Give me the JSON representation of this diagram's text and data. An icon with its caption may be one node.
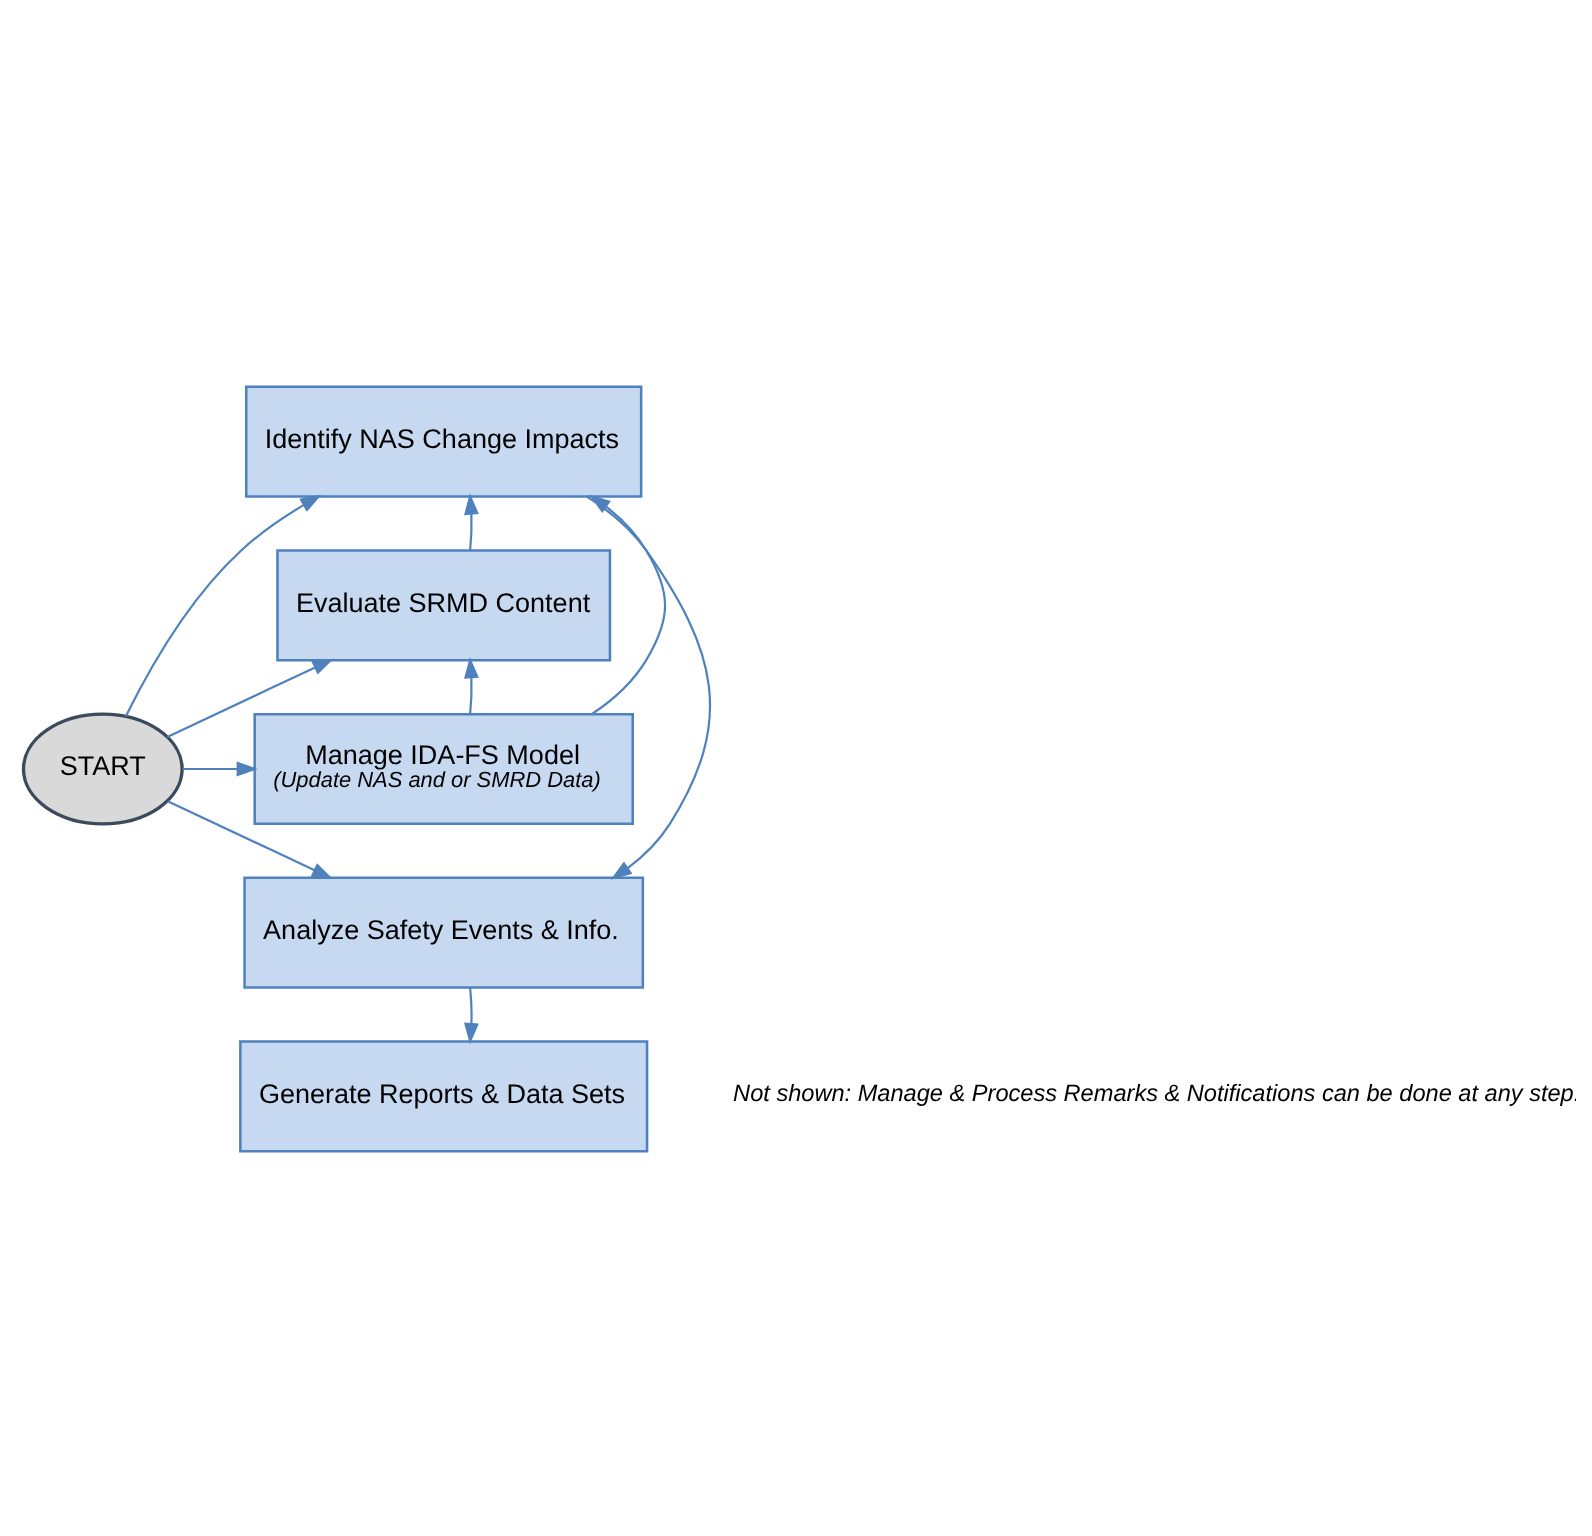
{
  "diagram": {
    "nodes": [
      {
        "text": [
          "START"
        ]
      },
      {
        "text": [
          "Identify NAS Change Impacts"
        ]
      },
      {
        "text": [
          "Evaluate SRMD Content"
        ]
      },
      {
        "text": [
          "Manage IDA-FS Model",
          "(Update NAS and or SMRD Data)"
        ]
      },
      {
        "text": [
          "Analyze Safety Events & Info."
        ]
      },
      {
        "text": [
          "Generate Reports & Data Sets"
        ]
      }
    ],
    "edges": [
      {
        "from": 0,
        "to": 1,
        "arrow": "to"
      },
      {
        "from": 0,
        "to": 2,
        "arrow": "to"
      },
      {
        "from": 0,
        "to": 3,
        "arrow": "to"
      },
      {
        "from": 0,
        "to": 4,
        "arrow": "to"
      },
      {
        "from": 3,
        "to": 2,
        "arrow": "to"
      },
      {
        "from": 2,
        "to": 1,
        "arrow": "to"
      },
      {
        "from": 3,
        "to": 1,
        "arrow": "to"
      },
      {
        "from": 1,
        "to": 4,
        "arrow": "to"
      },
      {
        "from": 4,
        "to": 5,
        "arrow": "to"
      }
    ],
    "labels": [
      "Not shown: Manage & Process Remarks & Notifications can be done at any step."
    ]
  }
}
